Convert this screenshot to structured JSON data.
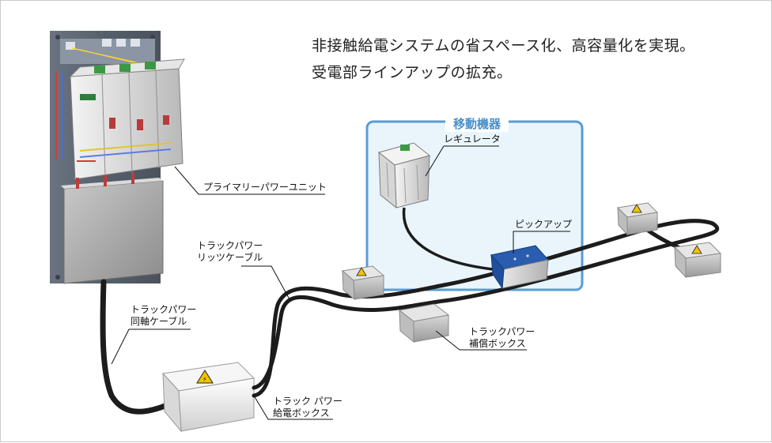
{
  "headline": {
    "line1": "非接触給電システムの省スペース化、高容量化を実現。",
    "line2": "受電部ラインアップの拡充。"
  },
  "mobile_area": {
    "title": "移動機器"
  },
  "labels": {
    "primary_unit": "プライマリーパワーユニット",
    "regulator": "レギュレータ",
    "pickup": "ピックアップ",
    "litz_cable_line1": "トラックパワー",
    "litz_cable_line2": "リッツケーブル",
    "coax_cable_line1": "トラックパワー",
    "coax_cable_line2": "同軸ケーブル",
    "comp_box_line1": "トラックパワー",
    "comp_box_line2": "補償ボックス",
    "feed_box_line1": "トラック パワー",
    "feed_box_line2": "給電ボックス"
  },
  "colors": {
    "mobile_frame": "#5a9bd3",
    "mobile_fill": "#e9f5fb",
    "cable": "#1c1c1c",
    "panel": "#5c6470",
    "pickup_blue": "#1f4f9c",
    "warning_yellow": "#f2c200"
  }
}
